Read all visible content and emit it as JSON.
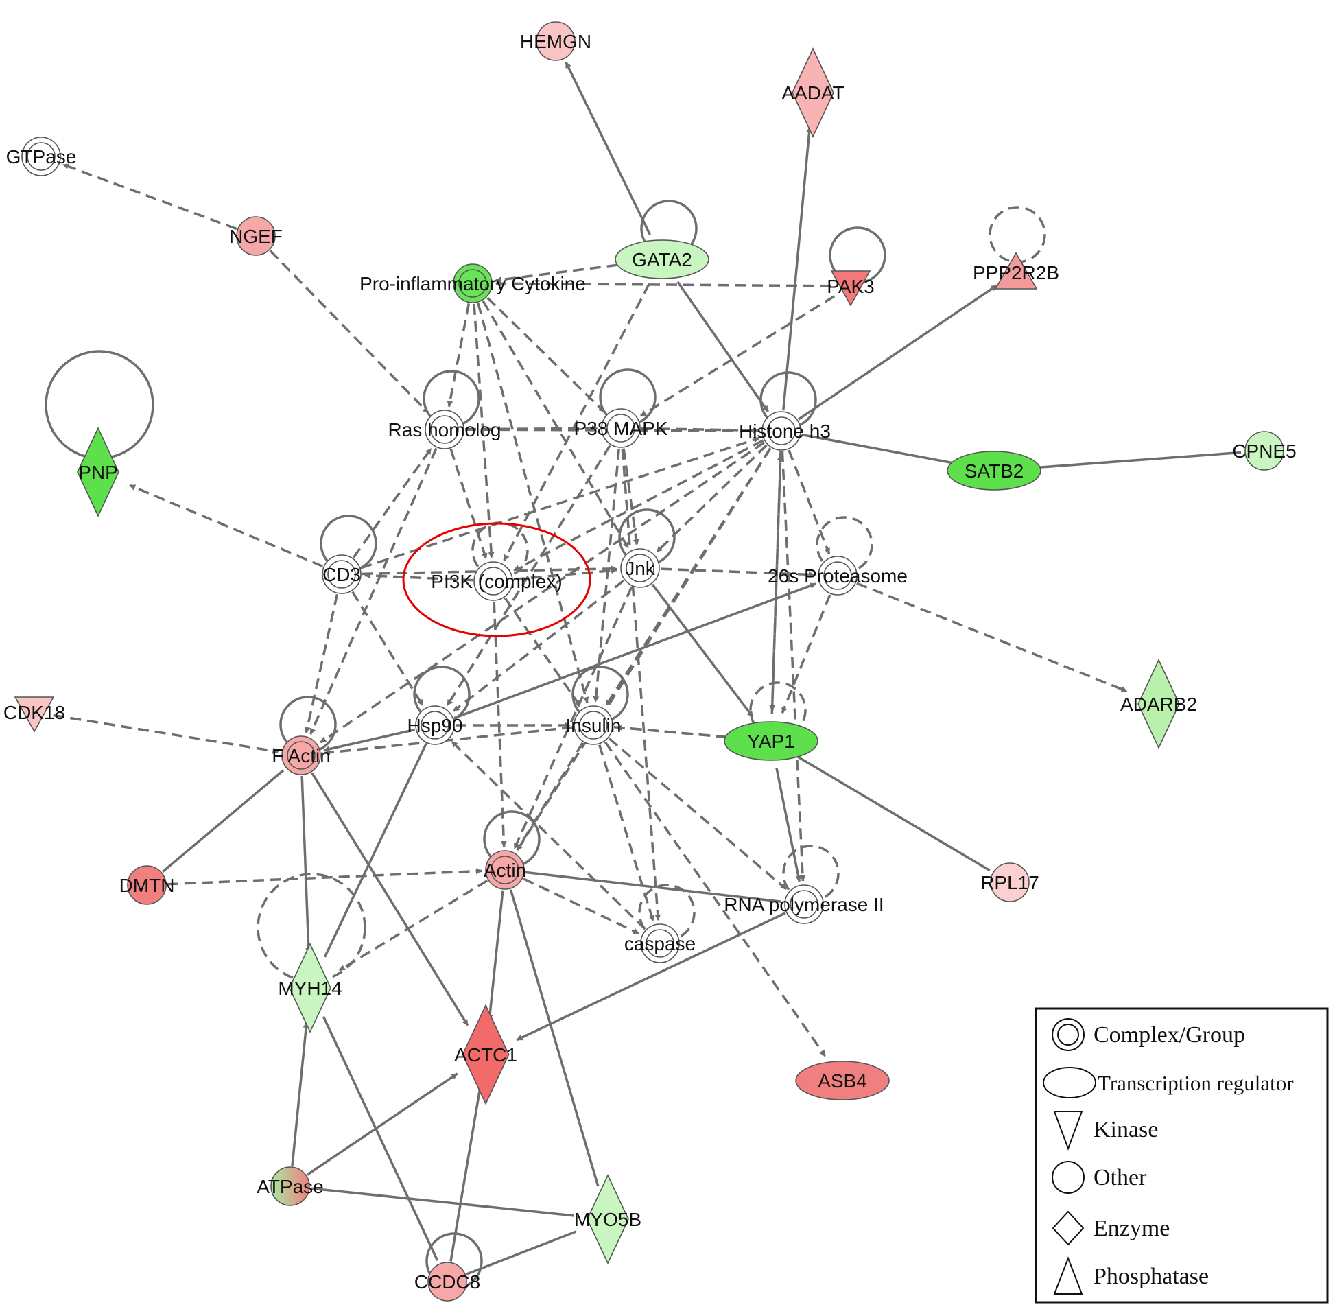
{
  "colors": {
    "edge": "#6e6e6e",
    "highlight_ring": "#e60000",
    "white_node": "#ffffff",
    "node_stroke": "#555555"
  },
  "nodes": [
    {
      "id": "HEMGN",
      "label": "HEMGN",
      "shape": "other",
      "fill": "#f8c4c4"
    },
    {
      "id": "AADAT",
      "label": "AADAT",
      "shape": "enzyme",
      "fill": "#f8b4b4"
    },
    {
      "id": "GTPase",
      "label": "GTPase",
      "shape": "complex",
      "fill": "#ffffff"
    },
    {
      "id": "NGEF",
      "label": "NGEF",
      "shape": "other",
      "fill": "#f6a8a8"
    },
    {
      "id": "GATA2",
      "label": "GATA2",
      "shape": "transcription",
      "fill": "#c8f5c0"
    },
    {
      "id": "ProInf",
      "label": "Pro-inflammatory Cytokine",
      "shape": "complex",
      "fill": "#6ae35a"
    },
    {
      "id": "PAK3",
      "label": "PAK3",
      "shape": "kinase",
      "fill": "#f47a7a"
    },
    {
      "id": "PPP2R2B",
      "label": "PPP2R2B",
      "shape": "phosphatase",
      "fill": "#f49a9a"
    },
    {
      "id": "PNP",
      "label": "PNP",
      "shape": "enzyme",
      "fill": "#5ee04c"
    },
    {
      "id": "RasH",
      "label": "Ras homolog",
      "shape": "complex",
      "fill": "#ffffff"
    },
    {
      "id": "P38",
      "label": "P38 MAPK",
      "shape": "complex",
      "fill": "#ffffff"
    },
    {
      "id": "H3",
      "label": "Histone h3",
      "shape": "complex",
      "fill": "#ffffff"
    },
    {
      "id": "SATB2",
      "label": "SATB2",
      "shape": "transcription",
      "fill": "#5ee04c"
    },
    {
      "id": "CPNE5",
      "label": "CPNE5",
      "shape": "other",
      "fill": "#c8f5c0"
    },
    {
      "id": "CD3",
      "label": "CD3",
      "shape": "complex",
      "fill": "#ffffff"
    },
    {
      "id": "PI3K",
      "label": "PI3K (complex)",
      "shape": "complex",
      "fill": "#ffffff"
    },
    {
      "id": "Jnk",
      "label": "Jnk",
      "shape": "complex",
      "fill": "#ffffff"
    },
    {
      "id": "Prot26",
      "label": "26s Proteasome",
      "shape": "complex",
      "fill": "#ffffff"
    },
    {
      "id": "ADARB2",
      "label": "ADARB2",
      "shape": "enzyme",
      "fill": "#b8f0ac"
    },
    {
      "id": "CDK18",
      "label": "CDK18",
      "shape": "kinase",
      "fill": "#f8c4c4"
    },
    {
      "id": "Hsp90",
      "label": "Hsp90",
      "shape": "complex",
      "fill": "#ffffff"
    },
    {
      "id": "Insulin",
      "label": "Insulin",
      "shape": "complex",
      "fill": "#ffffff"
    },
    {
      "id": "YAP1",
      "label": "YAP1",
      "shape": "transcription",
      "fill": "#5ee04c"
    },
    {
      "id": "FActin",
      "label": "F Actin",
      "shape": "complex",
      "fill": "#f6a8a8"
    },
    {
      "id": "DMTN",
      "label": "DMTN",
      "shape": "other",
      "fill": "#f08080"
    },
    {
      "id": "Actin",
      "label": "Actin",
      "shape": "complex",
      "fill": "#f6a8a8"
    },
    {
      "id": "RNAP",
      "label": "RNA polymerase II",
      "shape": "complex",
      "fill": "#ffffff"
    },
    {
      "id": "RPL17",
      "label": "RPL17",
      "shape": "other",
      "fill": "#fad0d0"
    },
    {
      "id": "caspase",
      "label": "caspase",
      "shape": "complex",
      "fill": "#ffffff"
    },
    {
      "id": "MYH14",
      "label": "MYH14",
      "shape": "enzyme",
      "fill": "#c8f5c0"
    },
    {
      "id": "ACTC1",
      "label": "ACTC1",
      "shape": "enzyme",
      "fill": "#f26a6a"
    },
    {
      "id": "ASB4",
      "label": "ASB4",
      "shape": "transcription",
      "fill": "#f08080"
    },
    {
      "id": "ATPase",
      "label": "ATPase",
      "shape": "other",
      "fill": "#e0c8a0"
    },
    {
      "id": "MYO5B",
      "label": "MYO5B",
      "shape": "enzyme",
      "fill": "#c8f5c0"
    },
    {
      "id": "CCDC8",
      "label": "CCDC8",
      "shape": "other",
      "fill": "#f6a8a8"
    }
  ],
  "edges": [
    [
      "GATA2",
      "HEMGN",
      "solid"
    ],
    [
      "H3",
      "AADAT",
      "solid"
    ],
    [
      "NGEF",
      "GTPase",
      "dashed"
    ],
    [
      "NGEF",
      "RasH",
      "dashed"
    ],
    [
      "H3",
      "PPP2R2B",
      "solid"
    ],
    [
      "H3",
      "SATB2",
      "solid"
    ],
    [
      "SATB2",
      "CPNE5",
      "solid-line"
    ],
    [
      "CD3",
      "PNP",
      "dashed"
    ],
    [
      "Prot26",
      "ADARB2",
      "dashed"
    ],
    [
      "CDK18",
      "FActin",
      "dashed"
    ],
    [
      "DMTN",
      "FActin",
      "solid-line"
    ],
    [
      "DMTN",
      "Actin",
      "dashed"
    ],
    [
      "YAP1",
      "RPL17",
      "solid-line"
    ],
    [
      "YAP1",
      "RNAP",
      "solid"
    ],
    [
      "Insulin",
      "ASB4",
      "dashed"
    ],
    [
      "RNAP",
      "ACTC1",
      "solid"
    ],
    [
      "Actin",
      "ACTC1",
      "solid"
    ],
    [
      "FActin",
      "ACTC1",
      "solid"
    ],
    [
      "FActin",
      "MYH14",
      "solid"
    ],
    [
      "ATPase",
      "MYH14",
      "solid"
    ],
    [
      "ATPase",
      "ACTC1",
      "solid"
    ],
    [
      "ATPase",
      "MYO5B",
      "solid-line"
    ],
    [
      "CCDC8",
      "ACTC1",
      "solid-line"
    ],
    [
      "CCDC8",
      "MYO5B",
      "solid-line"
    ],
    [
      "Actin",
      "MYO5B",
      "solid-line"
    ],
    [
      "MYH14",
      "CCDC8",
      "solid-line"
    ],
    [
      "Hsp90",
      "MYH14",
      "solid-line"
    ],
    [
      "Actin",
      "MYH14",
      "dashed"
    ],
    [
      "Actin",
      "caspase",
      "dashed"
    ],
    [
      "Actin",
      "RNAP",
      "solid-line"
    ],
    [
      "Hsp90",
      "Prot26",
      "solid"
    ],
    [
      "Hsp90",
      "Insulin",
      "dashed"
    ],
    [
      "Hsp90",
      "FActin",
      "solid"
    ],
    [
      "Insulin",
      "FActin",
      "dashed"
    ],
    [
      "Insulin",
      "YAP1",
      "dashed"
    ],
    [
      "Insulin",
      "Actin",
      "dashed"
    ],
    [
      "Insulin",
      "RNAP",
      "dashed"
    ],
    [
      "caspase",
      "Hsp90",
      "dashed"
    ],
    [
      "CD3",
      "FActin",
      "dashed"
    ],
    [
      "CD3",
      "Hsp90",
      "dashed"
    ],
    [
      "CD3",
      "RasH",
      "dashed"
    ],
    [
      "CD3",
      "H3",
      "dashed"
    ],
    [
      "CD3",
      "Jnk",
      "dashed"
    ],
    [
      "PI3K",
      "CD3",
      "dashed"
    ],
    [
      "PI3K",
      "Jnk",
      "dashed"
    ],
    [
      "PI3K",
      "Insulin",
      "dashed"
    ],
    [
      "PI3K",
      "Actin",
      "dashed"
    ],
    [
      "Jnk",
      "YAP1",
      "solid"
    ],
    [
      "Jnk",
      "Actin",
      "dashed"
    ],
    [
      "Jnk",
      "Hsp90",
      "dashed"
    ],
    [
      "Jnk",
      "Prot26",
      "dashed"
    ],
    [
      "P38",
      "H3",
      "dashed"
    ],
    [
      "RasH",
      "H3",
      "dashed"
    ],
    [
      "RasH",
      "P38",
      "dashed"
    ],
    [
      "RasH",
      "PI3K",
      "dashed"
    ],
    [
      "RasH",
      "FActin",
      "dashed"
    ],
    [
      "P38",
      "Jnk",
      "dashed"
    ],
    [
      "P38",
      "Insulin",
      "dashed"
    ],
    [
      "P38",
      "Hsp90",
      "dashed"
    ],
    [
      "ProInf",
      "P38",
      "dashed"
    ],
    [
      "ProInf",
      "PI3K",
      "dashed"
    ],
    [
      "ProInf",
      "Jnk",
      "dashed"
    ],
    [
      "ProInf",
      "RasH",
      "dashed"
    ],
    [
      "ProInf",
      "Insulin",
      "dashed"
    ],
    [
      "GATA2",
      "ProInf",
      "dashed"
    ],
    [
      "GATA2",
      "H3",
      "solid"
    ],
    [
      "GATA2",
      "PI3K",
      "dashed"
    ],
    [
      "PAK3",
      "P38",
      "dashed"
    ],
    [
      "PAK3",
      "ProInf",
      "dashed"
    ],
    [
      "H3",
      "Jnk",
      "dashed"
    ],
    [
      "H3",
      "YAP1",
      "dashed"
    ],
    [
      "H3",
      "Prot26",
      "dashed"
    ],
    [
      "H3",
      "Insulin",
      "dashed"
    ],
    [
      "H3",
      "Actin",
      "dashed"
    ],
    [
      "H3",
      "FActin",
      "dashed"
    ],
    [
      "H3",
      "RNAP",
      "dashed"
    ],
    [
      "Insulin",
      "caspase",
      "dashed"
    ],
    [
      "YAP1",
      "H3",
      "dashed"
    ],
    [
      "Prot26",
      "YAP1",
      "dashed"
    ],
    [
      "P38",
      "caspase",
      "dashed"
    ],
    [
      "H3",
      "PI3K",
      "dashed"
    ],
    [
      "YAP1",
      "Insulin",
      "dashed"
    ]
  ],
  "self_loops": [
    {
      "node": "GATA2",
      "style": "solid"
    },
    {
      "node": "PAK3",
      "style": "solid"
    },
    {
      "node": "PPP2R2B",
      "style": "dashed"
    },
    {
      "node": "PNP",
      "style": "solid-big"
    },
    {
      "node": "RasH",
      "style": "solid"
    },
    {
      "node": "P38",
      "style": "solid"
    },
    {
      "node": "H3",
      "style": "solid"
    },
    {
      "node": "CD3",
      "style": "solid"
    },
    {
      "node": "PI3K",
      "style": "dashed"
    },
    {
      "node": "Jnk",
      "style": "solid"
    },
    {
      "node": "Prot26",
      "style": "dashed"
    },
    {
      "node": "Hsp90",
      "style": "solid"
    },
    {
      "node": "Insulin",
      "style": "solid"
    },
    {
      "node": "YAP1",
      "style": "dashed"
    },
    {
      "node": "FActin",
      "style": "solid"
    },
    {
      "node": "Actin",
      "style": "solid"
    },
    {
      "node": "RNAP",
      "style": "dashed"
    },
    {
      "node": "caspase",
      "style": "dashed"
    },
    {
      "node": "MYH14",
      "style": "dashed-big"
    },
    {
      "node": "CCDC8",
      "style": "solid"
    }
  ],
  "highlight": {
    "node": "PI3K"
  },
  "legend": {
    "items": [
      {
        "shape": "complex",
        "label": "Complex/Group"
      },
      {
        "shape": "transcription",
        "label": "Transcription regulator"
      },
      {
        "shape": "kinase",
        "label": "Kinase"
      },
      {
        "shape": "other",
        "label": "Other"
      },
      {
        "shape": "enzyme",
        "label": "Enzyme"
      },
      {
        "shape": "phosphatase",
        "label": "Phosphatase"
      }
    ]
  }
}
